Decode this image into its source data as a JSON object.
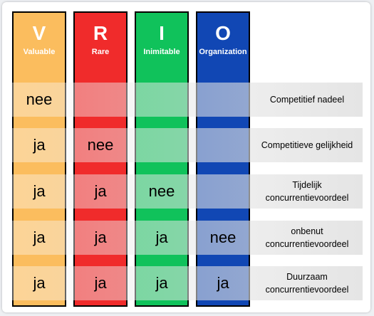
{
  "columns": [
    {
      "letter": "V",
      "word": "Valuable",
      "color": "#fbbd5e"
    },
    {
      "letter": "R",
      "word": "Rare",
      "color": "#f02b2b"
    },
    {
      "letter": "I",
      "word": "Inimitable",
      "color": "#10c25b"
    },
    {
      "letter": "O",
      "word": "Organization",
      "color": "#1147b4"
    }
  ],
  "rows": [
    {
      "cells": [
        "nee",
        "",
        "",
        ""
      ],
      "outcome": "Competitief nadeel"
    },
    {
      "cells": [
        "ja",
        "nee",
        "",
        ""
      ],
      "outcome": "Competitieve gelijkheid"
    },
    {
      "cells": [
        "ja",
        "ja",
        "nee",
        ""
      ],
      "outcome": "Tijdelijk concurrentievoordeel"
    },
    {
      "cells": [
        "ja",
        "ja",
        "ja",
        "nee"
      ],
      "outcome": "onbenut concurrentievoordeel"
    },
    {
      "cells": [
        "ja",
        "ja",
        "ja",
        "ja"
      ],
      "outcome": "Duurzaam concurrentievoordeel"
    }
  ]
}
